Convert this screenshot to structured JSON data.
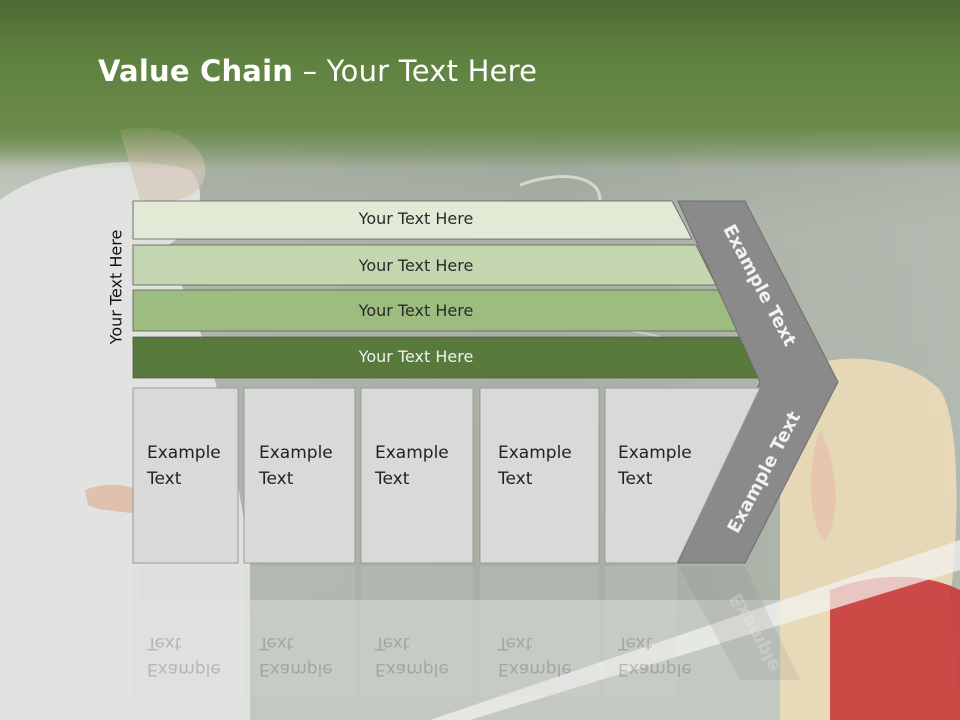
{
  "slide": {
    "title_bold": "Value Chain",
    "title_rest": " – Your Text Here",
    "side_label": "Your Text Here",
    "levels": [
      {
        "label": "Your Text Here",
        "color": "#e2ead6"
      },
      {
        "label": "Your Text Here",
        "color": "#c4d6b0"
      },
      {
        "label": "Your Text Here",
        "color": "#9cbc80"
      },
      {
        "label": "Your Text Here",
        "color": "#587a3c"
      }
    ],
    "boxes": [
      {
        "line1": "Example",
        "line2": "Text"
      },
      {
        "line1": "Example",
        "line2": "Text"
      },
      {
        "line1": "Example",
        "line2": "Text"
      },
      {
        "line1": "Example",
        "line2": "Text"
      },
      {
        "line1": "Example",
        "line2": "Text"
      }
    ],
    "chevron_top": "Example Text",
    "chevron_bottom": "Example Text",
    "reflection_chevron": "Example",
    "colors": {
      "box": "#d9d9d9",
      "chevron": "#8a8a8a",
      "header_green": "#5f8240"
    }
  }
}
